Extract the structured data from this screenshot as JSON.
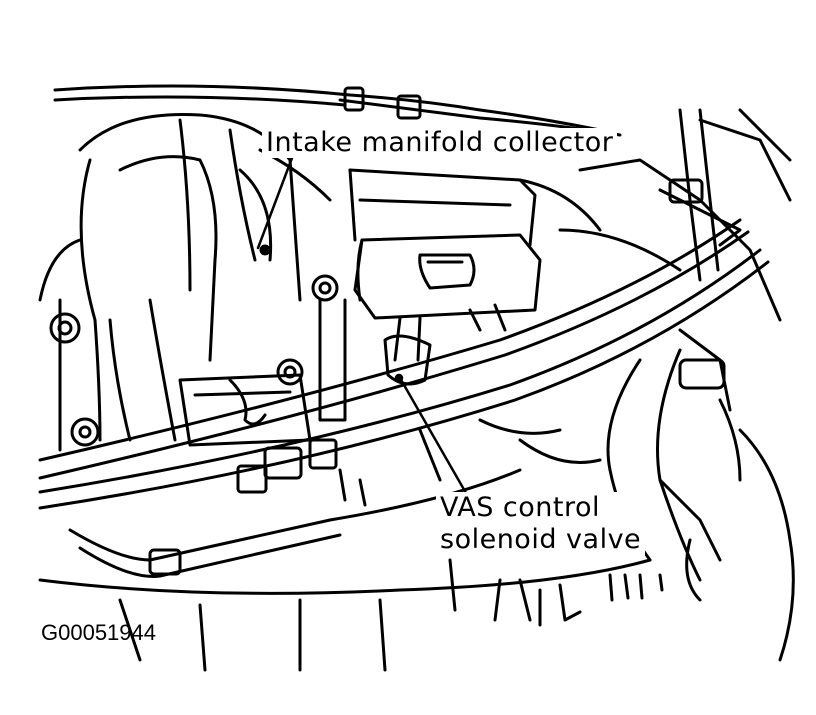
{
  "callouts": {
    "intake_manifold_collector": "Intake manifold collector",
    "vas_solenoid_line1": "VAS control",
    "vas_solenoid_line2": "solenoid valve"
  },
  "figure_id": "G00051944",
  "colors": {
    "ink": "#000000",
    "paper": "#ffffff"
  }
}
